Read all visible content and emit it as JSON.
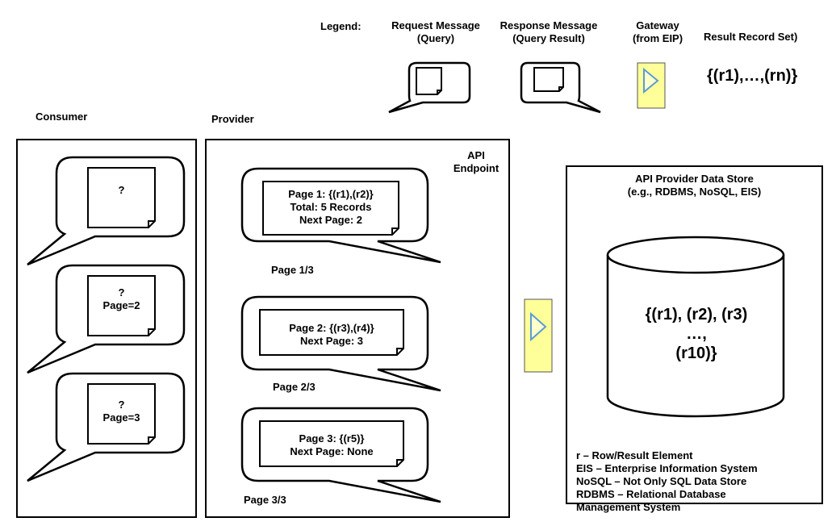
{
  "legend": {
    "title": "Legend:",
    "request": [
      "Request Message",
      "(Query)"
    ],
    "response": [
      "Response Message",
      "(Query Result)"
    ],
    "gateway": [
      "Gateway",
      "(from EIP)"
    ],
    "result_set_title": "Result Record Set)",
    "result_set_value": "{(r1),…,(rn)}"
  },
  "consumer": {
    "label": "Consumer",
    "messages": [
      {
        "lines": [
          "?"
        ]
      },
      {
        "lines": [
          "?",
          "Page=2"
        ]
      },
      {
        "lines": [
          "?",
          "Page=3"
        ]
      }
    ]
  },
  "provider": {
    "label": "Provider",
    "endpoint": [
      "API",
      "Endpoint"
    ],
    "messages": [
      {
        "lines": [
          "Page 1: {(r1),(r2)}",
          "Total: 5 Records",
          "Next Page: 2"
        ],
        "caption": "Page 1/3"
      },
      {
        "lines": [
          "Page 2: {(r3),(r4)}",
          "Next Page: 3"
        ],
        "caption": "Page 2/3"
      },
      {
        "lines": [
          "Page 3: {(r5)}",
          "Next Page: None"
        ],
        "caption": "Page 3/3"
      }
    ]
  },
  "datastore": {
    "title": [
      "API Provider Data Store",
      "(e.g., RDBMS, NoSQL, EIS)"
    ],
    "records": [
      "{(r1), (r2), (r3)",
      "…,",
      "(r10)}"
    ],
    "notes": [
      "r – Row/Result Element",
      "EIS – Enterprise Information System",
      "NoSQL – Not Only SQL Data Store",
      "RDBMS – Relational Database",
      "Management System"
    ]
  },
  "colors": {
    "gateway_fill": "#ffff99",
    "gateway_stroke": "#5b9bd5",
    "outline": "#000000"
  }
}
